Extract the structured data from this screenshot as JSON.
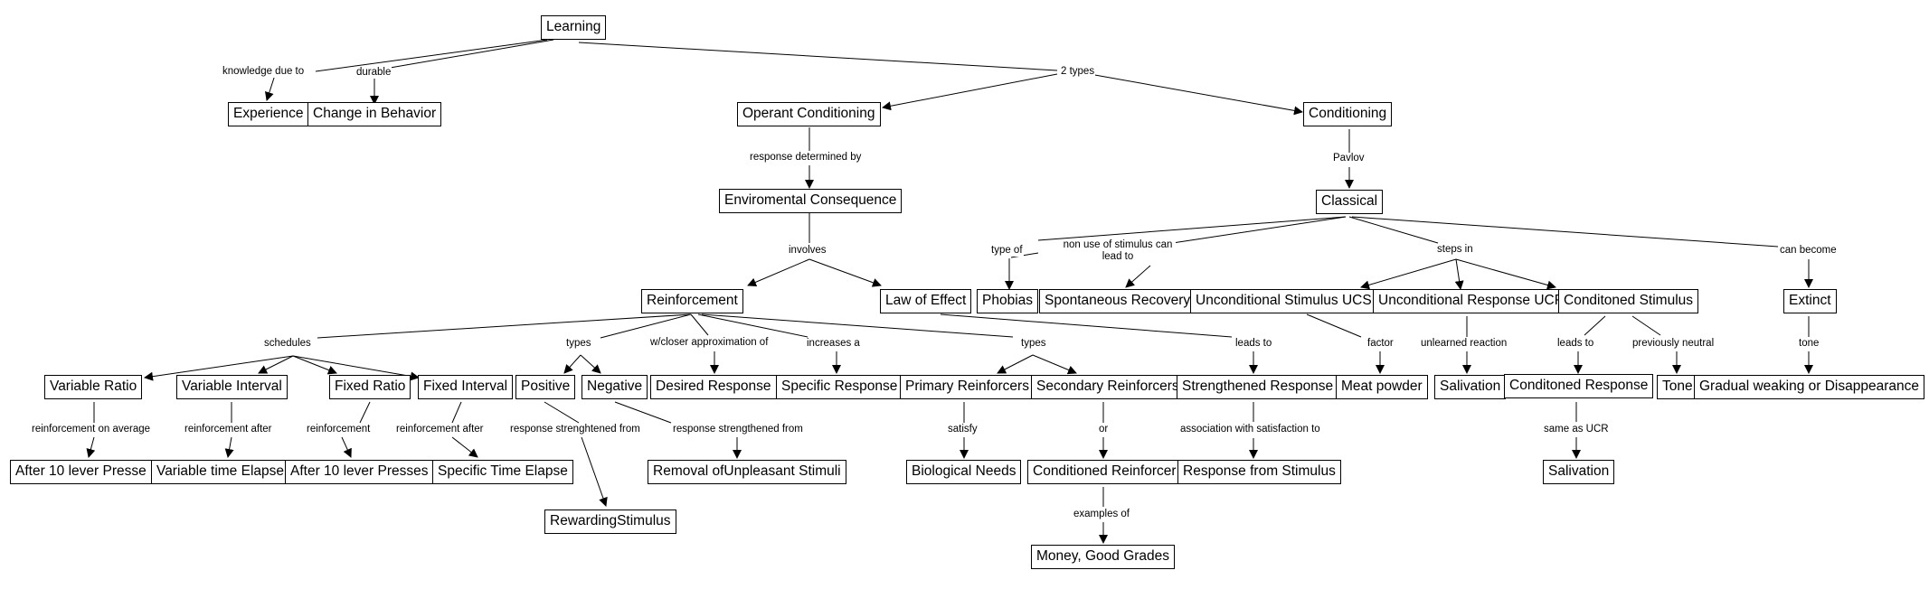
{
  "concept_map": {
    "nodes": {
      "learning": "Learning",
      "experience": "Experience",
      "change_behavior": "Change in Behavior",
      "operant": "Operant Conditioning",
      "conditioning": "Conditioning",
      "env_consequence": "Enviromental Consequence",
      "classical": "Classical",
      "reinforcement": "Reinforcement",
      "law_of_effect": "Law of Effect",
      "phobias": "Phobias",
      "spontaneous_recovery": "Spontaneous Recovery",
      "ucs": "Unconditional Stimulus UCS",
      "ucr": "Unconditional Response UCR",
      "cs": "Conditoned Stimulus",
      "extinct": "Extinct",
      "variable_ratio": "Variable Ratio",
      "variable_interval": "Variable Interval",
      "fixed_ratio": "Fixed Ratio",
      "fixed_interval": "Fixed Interval",
      "positive": "Positive",
      "negative": "Negative",
      "desired_response": "Desired Response",
      "specific_response": "Specific Response",
      "primary_reinforcers": "Primary Reinforcers",
      "secondary_reinforcers": "Secondary Reinforcers",
      "strengthened_response": "Strengthened Response",
      "meat_powder": "Meat powder",
      "salivation_1": "Salivation",
      "conditioned_response": "Conditoned Response",
      "tone": "Tone",
      "gradual_weakening": "Gradual weaking or Disappearance",
      "after10_a": "After 10 lever Presse",
      "variable_time": "Variable time Elapse",
      "after10_b": "After 10 lever Presses",
      "specific_time": "Specific Time Elapse",
      "removal": "Removal ofUnpleasant Stimuli",
      "biological_needs": "Biological Needs",
      "conditioned_reinforcer": "Conditioned Reinforcer",
      "response_from_stimulus": "Response from Stimulus",
      "salivation_2": "Salivation",
      "rewarding_stimulus": "RewardingStimulus",
      "money": "Money, Good Grades"
    },
    "links": {
      "knowledge_due_to": "knowledge due to",
      "durable": "durable",
      "two_types": "2 types",
      "response_determined_by": "response determined by",
      "pavlov": "Pavlov",
      "involves": "involves",
      "type_of": "type of",
      "non_use": "non use of stimulus can lead to",
      "steps_in": "steps in",
      "can_become": "can become",
      "schedules": "schedules",
      "types_a": "types",
      "closer_approx": "w/closer approximation of",
      "increases_a": "increases a",
      "types_b": "types",
      "leads_to_a": "leads to",
      "factor": "factor",
      "unlearned_reaction": "unlearned reaction",
      "leads_to_b": "leads to",
      "previously_neutral": "previously neutral",
      "tone_lbl": "tone",
      "reinf_on_average": "reinforcement on average",
      "reinf_after_a": "reinforcement after",
      "reinforcement_lbl": "reinforcement",
      "reinf_after_b": "reinforcement after",
      "resp_strenghtened_from": "response strenghtened from",
      "resp_strengthened_from": "response strengthened from",
      "satisfy": "satisfy",
      "or_lbl": "or",
      "assoc_satisfaction": "association with satisfaction to",
      "same_as_ucr": "same as UCR",
      "examples_of": "examples of"
    }
  }
}
